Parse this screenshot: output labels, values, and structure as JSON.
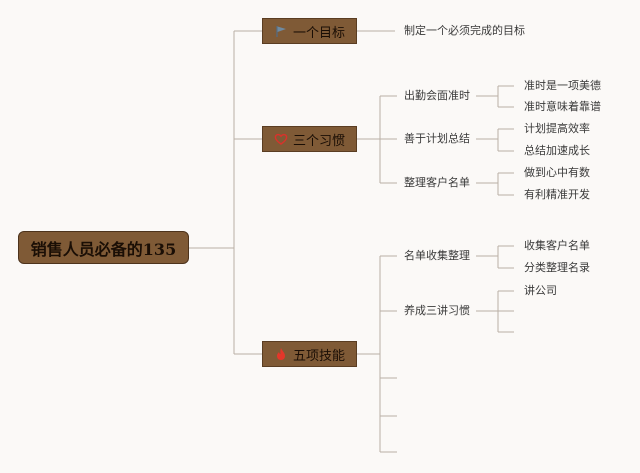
{
  "root": {
    "label": "销售人员必备的135"
  },
  "branches": [
    {
      "label": "一个目标",
      "icon": "flag-icon",
      "children": [
        {
          "label": "制定一个必须完成的目标"
        }
      ]
    },
    {
      "label": "三个习惯",
      "icon": "heart-icon",
      "children": [
        {
          "label": "出勤会面准时",
          "children": [
            {
              "label": "准时是一项美德"
            },
            {
              "label": "准时意味着靠谱"
            }
          ]
        },
        {
          "label": "善于计划总结",
          "children": [
            {
              "label": "计划提高效率"
            },
            {
              "label": "总结加速成长"
            }
          ]
        },
        {
          "label": "整理客户名单",
          "children": [
            {
              "label": "做到心中有数"
            },
            {
              "label": "有利精准开发"
            }
          ]
        }
      ]
    },
    {
      "label": "五项技能",
      "icon": "fire-icon",
      "children": [
        {
          "label": "名单收集整理",
          "children": [
            {
              "label": "收集客户名单"
            },
            {
              "label": "分类整理名录"
            }
          ]
        },
        {
          "label": "养成三讲习惯",
          "children": [
            {
              "label": "讲公司"
            },
            {
              "label": ""
            },
            {
              "label": ""
            }
          ]
        },
        {
          "label": ""
        },
        {
          "label": ""
        },
        {
          "label": ""
        }
      ]
    }
  ],
  "colors": {
    "branch_fill": "#7f5a36",
    "line": "#b9afa6",
    "background": "#fbf9f7",
    "heart": "#d9322b",
    "fire": "#e4372a",
    "flag": "#6f8aa0"
  }
}
